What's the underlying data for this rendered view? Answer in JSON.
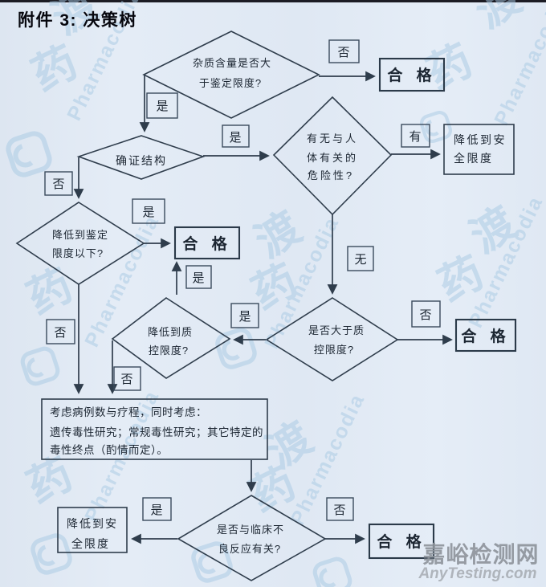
{
  "title": "附件 3: 决策树",
  "colors": {
    "background": "#e1e9f4",
    "line": "#2f3d4c",
    "text": "#1c2632",
    "watermark_blue": "#a6c8e3",
    "site_gray": "#8d939b"
  },
  "nodes": {
    "impurity": {
      "l1": "杂质含量是否大",
      "l2": "于鉴定限度?"
    },
    "confirm": "确证结构",
    "risk": {
      "l1": "有无与人",
      "l2": "体有关的",
      "l3": "危险性?"
    },
    "reduce_safety": {
      "l1": "降低到安",
      "l2": "全限度"
    },
    "below_id": {
      "l1": "降低到鉴定",
      "l2": "限度以下?"
    },
    "above_qc": {
      "l1": "是否大于质",
      "l2": "控限度?"
    },
    "reduce_qc": {
      "l1": "降低到质",
      "l2": "控限度?"
    },
    "consider": {
      "l1": "考虑病例数与疗程，同时考虑：",
      "l2": "遗传毒性研究；常规毒性研究；其它特定的",
      "l3": "毒性终点（酌情而定）。"
    },
    "clinical": {
      "l1": "是否与临床不",
      "l2": "良反应有关?"
    },
    "qualified": "合 格"
  },
  "labels": {
    "yes": "是",
    "no": "否",
    "has": "有",
    "none": "无"
  },
  "watermarks": {
    "char_yao": "药",
    "char_du": "渡",
    "word": "Pharmacodia",
    "site_name": "嘉峪检测网",
    "site_url": "AnyTesting.com"
  }
}
